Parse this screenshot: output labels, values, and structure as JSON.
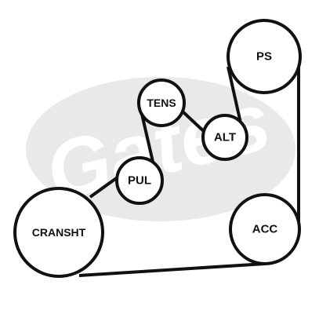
{
  "watermark": {
    "text": "Gates",
    "color": "#e9e9e9"
  },
  "belt": {
    "color": "#111111"
  },
  "pulleys": {
    "ps": "PS",
    "tens": "TENS",
    "alt": "ALT",
    "pul": "PUL",
    "crank": "CRANSHT",
    "acc": "ACC"
  }
}
